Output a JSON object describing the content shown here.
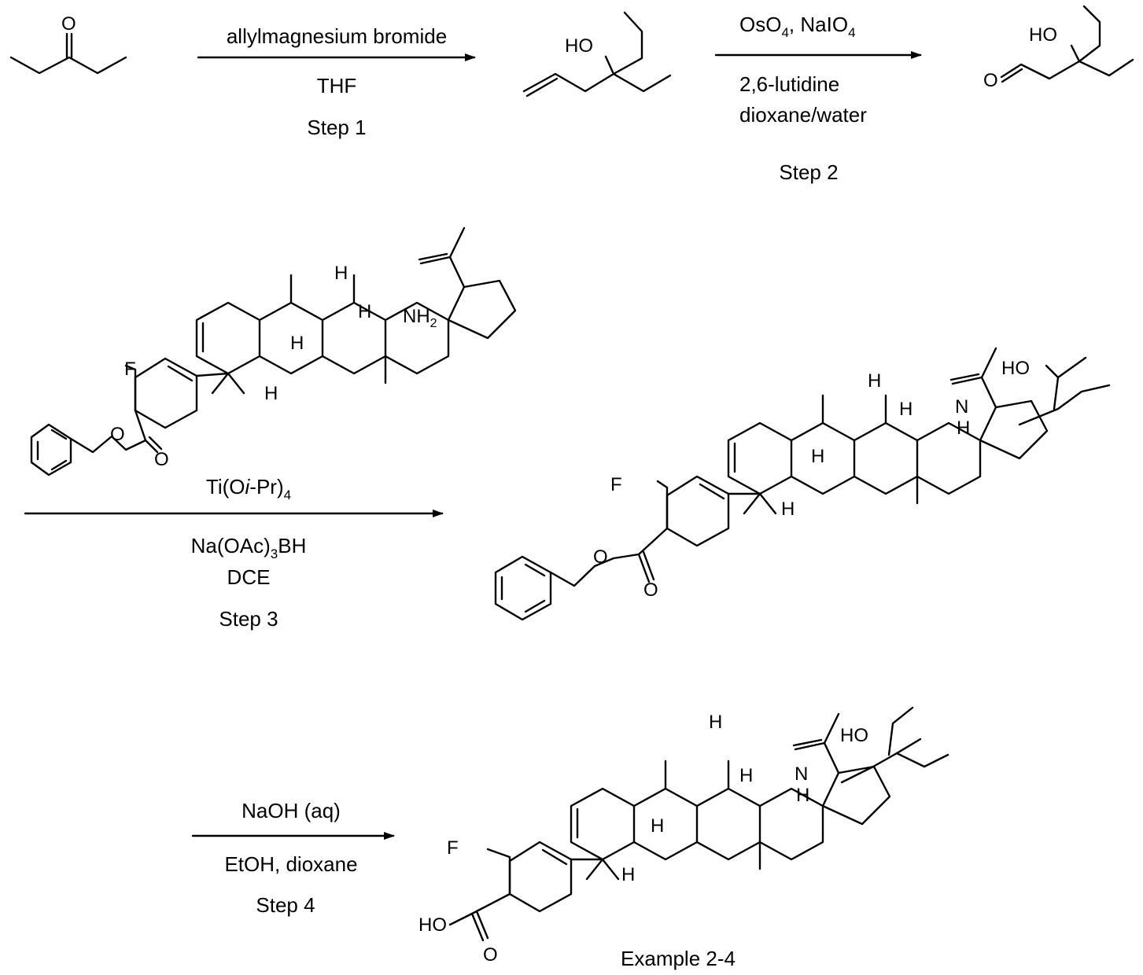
{
  "steps": [
    {
      "id": "step1",
      "reagent_top": "allylmagnesium bromide",
      "reagent_bottom": "THF",
      "label": "Step 1"
    },
    {
      "id": "step2",
      "reagent_top": "OsO",
      "reagent_top_sub": "4",
      "reagent_top_rest": ", NaIO",
      "reagent_top_sub2": "4",
      "reagent_bottom_1": "2,6-lutidine",
      "reagent_bottom_2": "dioxane/water",
      "label": "Step 2"
    },
    {
      "id": "step3",
      "reagent_top_a": "Ti(O",
      "reagent_top_b": "i",
      "reagent_top_c": "-Pr)",
      "reagent_top_sub": "4",
      "reagent_bottom_a": "Na(OAc)",
      "reagent_bottom_sub": "3",
      "reagent_bottom_b": "BH",
      "reagent_bottom_2": "DCE",
      "label": "Step 3"
    },
    {
      "id": "step4",
      "reagent_top": "NaOH (aq)",
      "reagent_bottom": "EtOH, dioxane",
      "label": "Step 4"
    }
  ],
  "product_label": "Example 2-4",
  "atoms": {
    "O": "O",
    "HO": "HO",
    "F": "F",
    "H": "H",
    "N": "N",
    "NH": "NH",
    "sub2": "2"
  }
}
